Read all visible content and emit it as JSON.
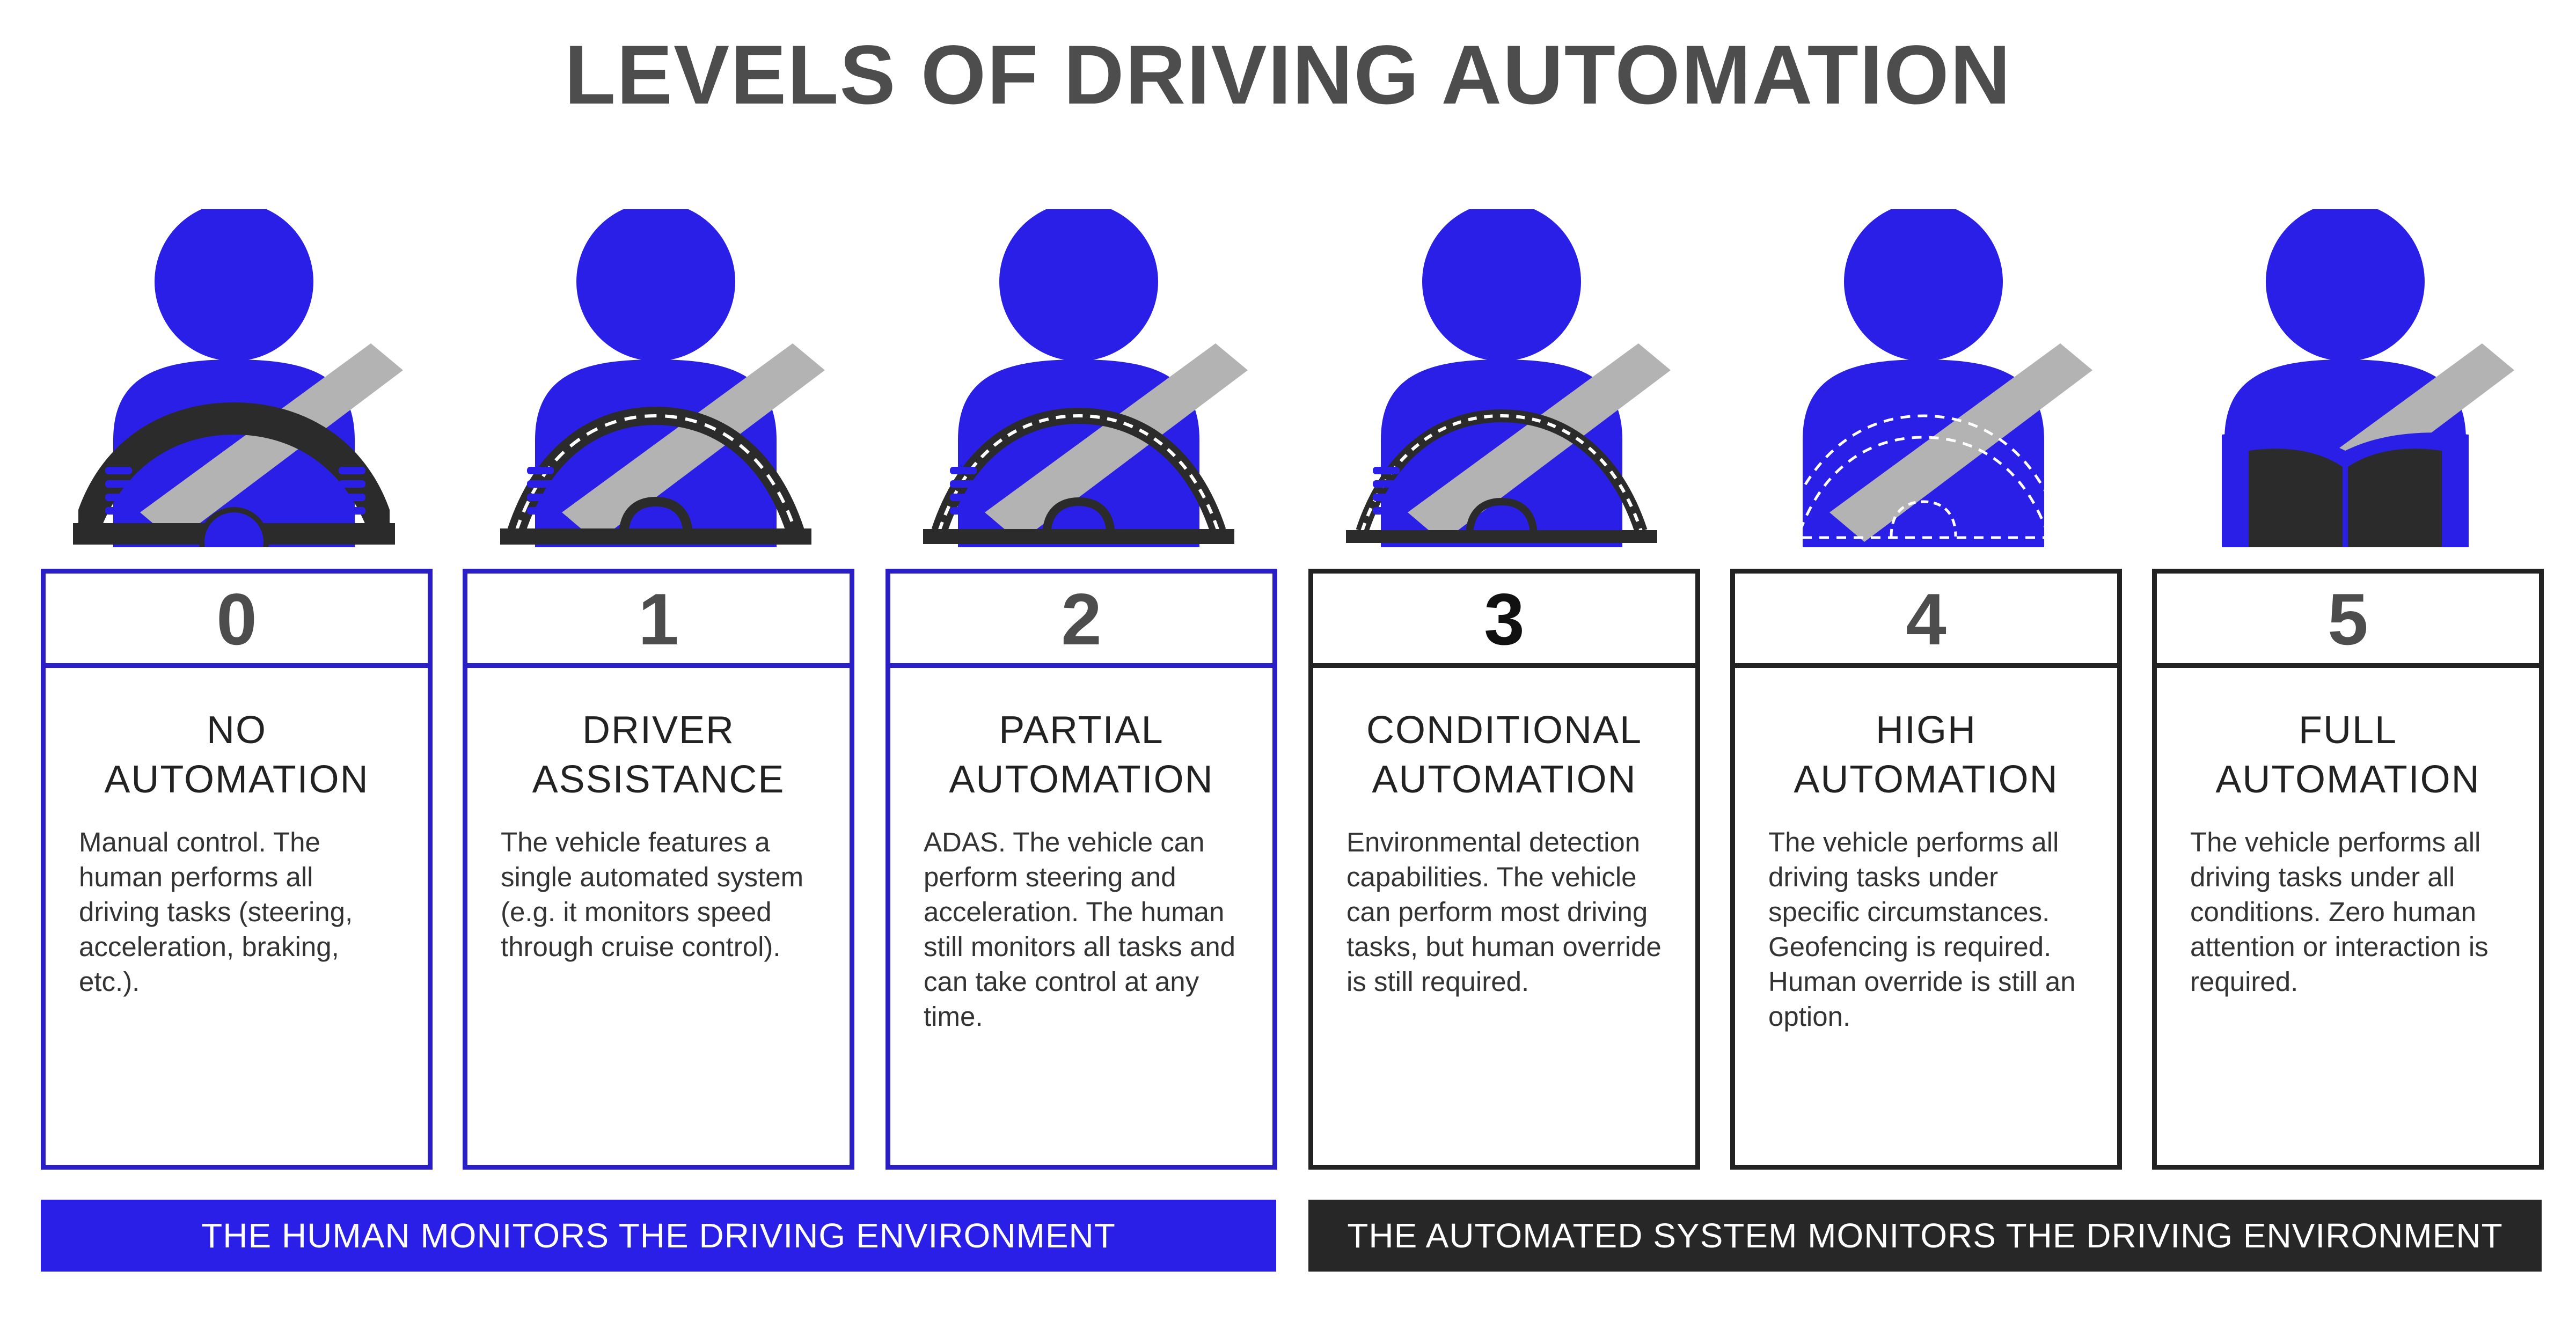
{
  "title": "LEVELS OF DRIVING AUTOMATION",
  "levels": [
    {
      "number": "0",
      "name": [
        "NO",
        "AUTOMATION"
      ],
      "description": "Manual control. The human performs all driving tasks (steering, acceleration, braking, etc.).",
      "monitor": "human",
      "icon": "driver-hands-on-wheel-icon"
    },
    {
      "number": "1",
      "name": [
        "DRIVER",
        "ASSISTANCE"
      ],
      "description": "The vehicle features a single automated system (e.g. it monitors speed through cruise control).",
      "monitor": "human",
      "icon": "driver-assisted-wheel-icon"
    },
    {
      "number": "2",
      "name": [
        "PARTIAL",
        "AUTOMATION"
      ],
      "description": "ADAS. The vehicle can perform steering and acceleration. The human still monitors all tasks and can take control at any time.",
      "monitor": "human",
      "icon": "driver-partial-wheel-icon"
    },
    {
      "number": "3",
      "name": [
        "CONDITIONAL",
        "AUTOMATION"
      ],
      "description": "Environmental detection capabilities. The vehicle can perform most driving tasks, but human override is still required.",
      "monitor": "system",
      "icon": "driver-conditional-wheel-icon"
    },
    {
      "number": "4",
      "name": [
        "HIGH",
        "AUTOMATION"
      ],
      "description": "The vehicle performs all driving tasks under specific circumstances. Geofencing is required. Human override is still an option.",
      "monitor": "system",
      "icon": "driver-dashed-wheel-icon"
    },
    {
      "number": "5",
      "name": [
        "FULL",
        "AUTOMATION"
      ],
      "description": "The vehicle performs all driving tasks under all conditions. Zero human attention or interaction is required.",
      "monitor": "system",
      "icon": "passenger-reading-book-icon"
    }
  ],
  "bands": {
    "human": "THE HUMAN MONITORS THE DRIVING ENVIRONMENT",
    "system": "THE AUTOMATED SYSTEM MONITORS THE DRIVING ENVIRONMENT"
  },
  "colors": {
    "human_blue": "#2a1fe6",
    "human_border": "#2a1fc4",
    "system_dark": "#272727",
    "belt_gray": "#b3b3b3",
    "wheel_dark": "#2b2b2b"
  }
}
